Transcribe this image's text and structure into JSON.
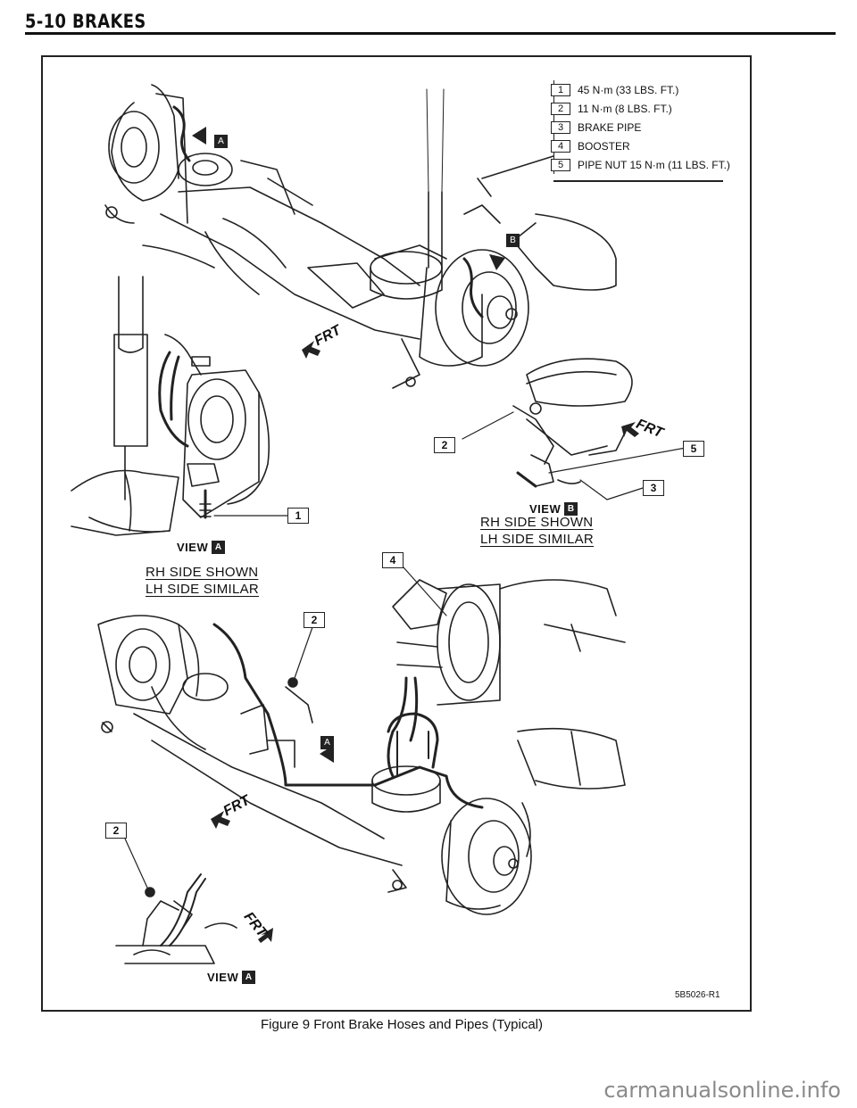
{
  "header": {
    "section_title": "5-10 BRAKES"
  },
  "legend": {
    "items": [
      {
        "key": "1",
        "text": "45 N·m (33 LBS. FT.)"
      },
      {
        "key": "2",
        "text": "11 N·m (8 LBS. FT.)"
      },
      {
        "key": "3",
        "text": "BRAKE PIPE"
      },
      {
        "key": "4",
        "text": "BOOSTER"
      },
      {
        "key": "5",
        "text": "PIPE NUT 15 N·m (11 LBS. FT.)"
      }
    ]
  },
  "callouts": {
    "view_a_top_1": "1",
    "view_b_2": "2",
    "view_b_5": "5",
    "view_b_3": "3",
    "booster_4": "4",
    "main_2": "2",
    "view_a_bottom_2": "2"
  },
  "views": {
    "view_a_top": {
      "prefix": "VIEW",
      "key": "A",
      "line1": "RH SIDE SHOWN",
      "line2": "LH SIDE SIMILAR"
    },
    "view_b": {
      "prefix": "VIEW",
      "key": "B",
      "line1": "RH SIDE SHOWN",
      "line2": "LH SIDE SIMILAR"
    },
    "view_a_bottom": {
      "prefix": "VIEW",
      "key": "A"
    }
  },
  "markers": {
    "a": "A",
    "b": "B"
  },
  "frt_labels": {
    "top_center": "FRT",
    "view_b": "FRT",
    "main": "FRT",
    "bottom": "FRT"
  },
  "figure_code": "5B5026-R1",
  "caption": "Figure 9  Front Brake Hoses and Pipes (Typical)",
  "watermark": "carmanualsonline.info"
}
